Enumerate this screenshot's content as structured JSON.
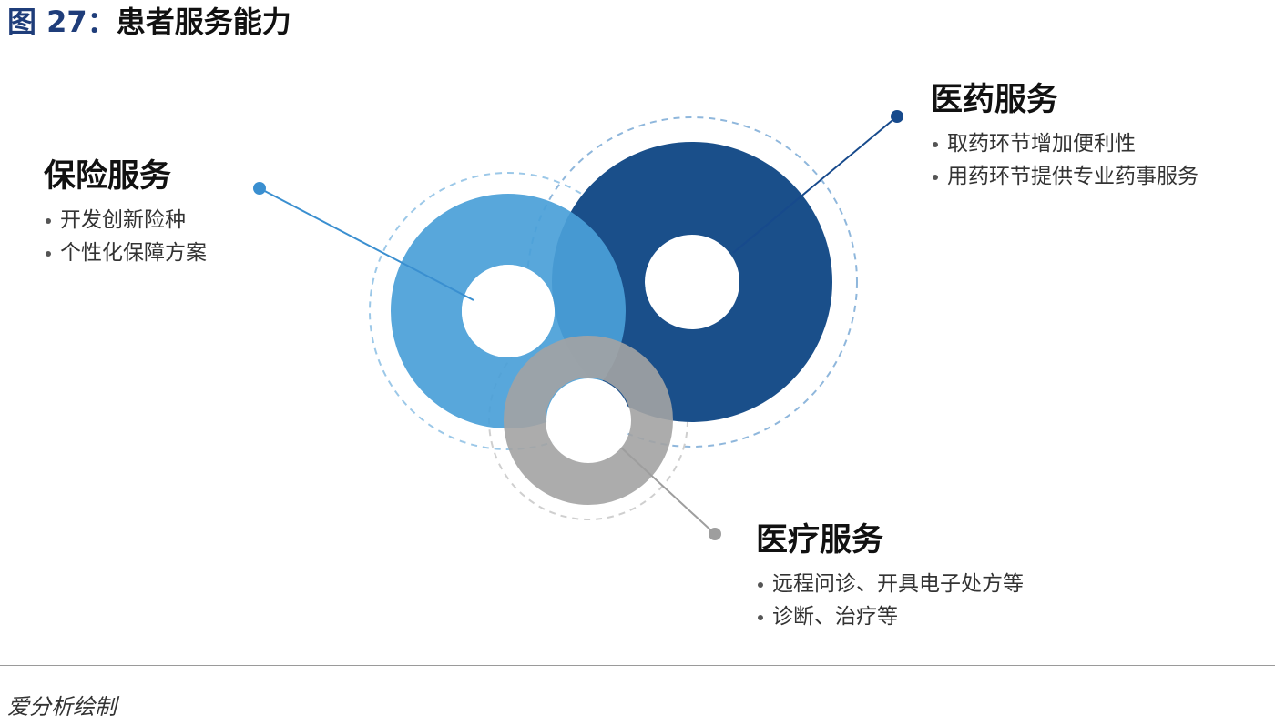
{
  "title": {
    "figure_number": "图 27：",
    "figure_name": "患者服务能力"
  },
  "colors": {
    "insurance": "#4a9fd8",
    "pharma": "#1a4f8a",
    "medical": "#a3a3a3",
    "pointer_insurance": "#3a8fd0",
    "pointer_pharma": "#174a8c",
    "pointer_medical": "#9e9e9e"
  },
  "services": {
    "insurance": {
      "heading": "保险服务",
      "items": [
        "开发创新险种",
        "个性化保障方案"
      ]
    },
    "pharma": {
      "heading": "医药服务",
      "items": [
        "取药环节增加便利性",
        "用药环节提供专业药事服务"
      ]
    },
    "medical": {
      "heading": "医疗服务",
      "items": [
        "远程问诊、开具电子处方等",
        "诊断、治疗等"
      ]
    }
  },
  "source": "爱分析绘制"
}
